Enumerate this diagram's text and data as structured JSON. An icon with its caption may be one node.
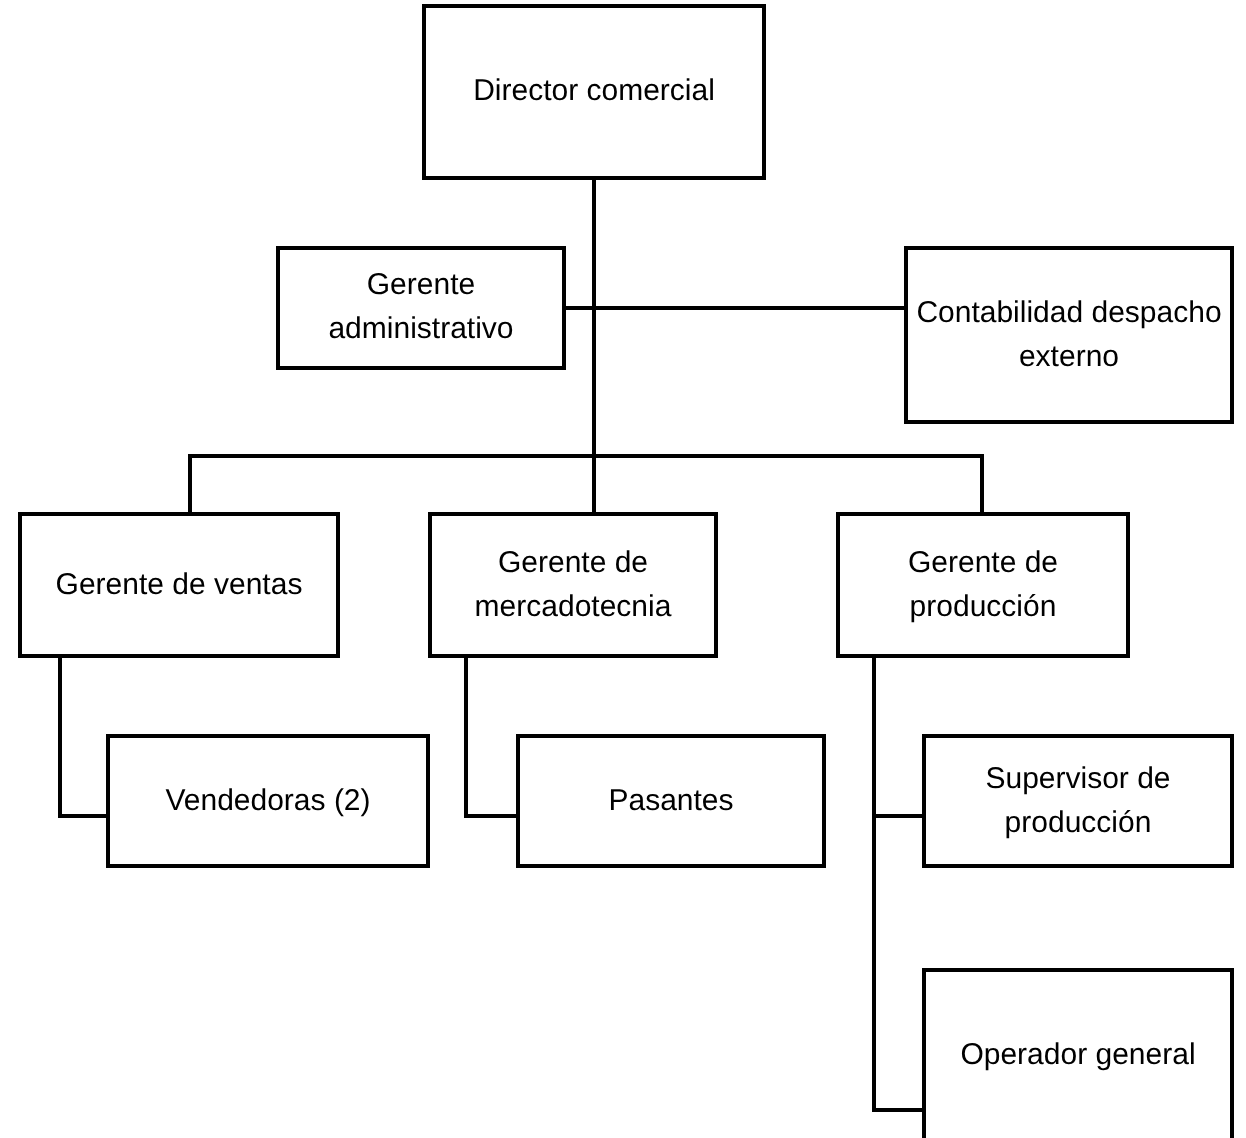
{
  "diagram": {
    "nodes": [
      {
        "text": [
          "Director comercial"
        ]
      },
      {
        "text": [
          "Gerente administrativo"
        ]
      },
      {
        "text": [
          "Contabilidad despacho externo"
        ]
      },
      {
        "text": [
          "Gerente de ventas"
        ]
      },
      {
        "text": [
          "Gerente de mercadotecnia"
        ]
      },
      {
        "text": [
          "Gerente de producción"
        ]
      },
      {
        "text": [
          "Vendedoras (2)"
        ]
      },
      {
        "text": [
          "Pasantes"
        ]
      },
      {
        "text": [
          "Supervisor de producción"
        ]
      },
      {
        "text": [
          "Operador general"
        ]
      }
    ],
    "edges": [
      {
        "from": 0,
        "to": 1,
        "arrow": "none"
      },
      {
        "from": 0,
        "to": 2,
        "arrow": "none"
      },
      {
        "from": 0,
        "to": 3,
        "arrow": "none"
      },
      {
        "from": 0,
        "to": 4,
        "arrow": "none"
      },
      {
        "from": 0,
        "to": 5,
        "arrow": "none"
      },
      {
        "from": 3,
        "to": 6,
        "arrow": "none"
      },
      {
        "from": 4,
        "to": 7,
        "arrow": "none"
      },
      {
        "from": 5,
        "to": 8,
        "arrow": "none"
      },
      {
        "from": 5,
        "to": 9,
        "arrow": "none"
      }
    ]
  }
}
